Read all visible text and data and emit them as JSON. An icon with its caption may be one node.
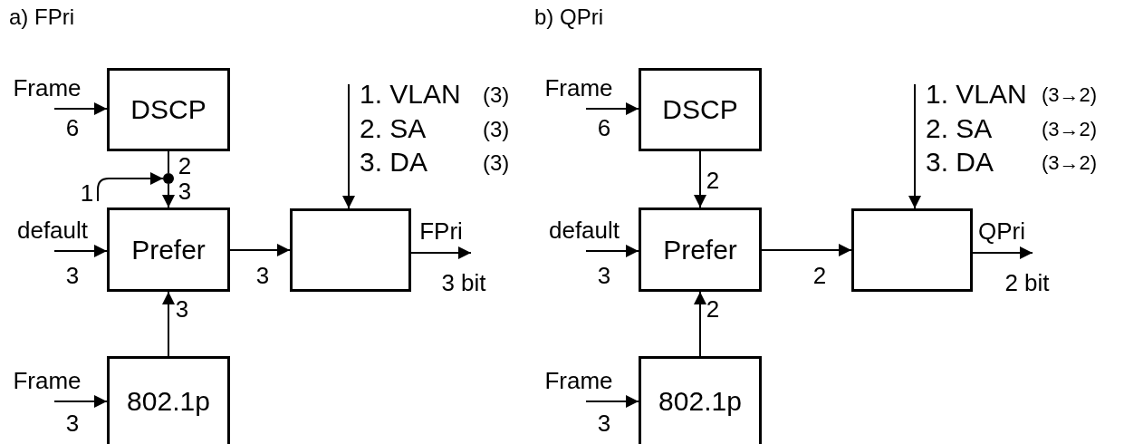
{
  "diagram": {
    "nodes": [
      {
        "text": [
          "DSCP"
        ]
      },
      {
        "text": [
          "Prefer"
        ]
      },
      {
        "text": [],
        "shape": "box"
      },
      {
        "text": [
          "802.1p"
        ]
      },
      {
        "text": [],
        "shape": "circle"
      },
      {
        "text": [
          "1"
        ]
      },
      {
        "text": [
          "DSCP"
        ]
      },
      {
        "text": [
          "Prefer"
        ]
      },
      {
        "text": [],
        "shape": "box"
      },
      {
        "text": [
          "802.1p"
        ]
      }
    ],
    "edges": [
      {
        "from": null,
        "to": 0,
        "arrow": "to",
        "label": "Frame"
      },
      {
        "from": 0,
        "to": 4,
        "arrow": "none"
      },
      {
        "from": 5,
        "to": 4,
        "arrow": "to"
      },
      {
        "from": 4,
        "to": 1,
        "arrow": "to"
      },
      {
        "from": null,
        "to": 1,
        "arrow": "to",
        "label": "default"
      },
      {
        "from": 3,
        "to": 1,
        "arrow": "to"
      },
      {
        "from": 1,
        "to": 2,
        "arrow": "to"
      },
      {
        "from": null,
        "to": 2,
        "arrow": "to"
      },
      {
        "from": 2,
        "to": null,
        "arrow": "to",
        "label": "FPri"
      },
      {
        "from": null,
        "to": 3,
        "arrow": "to",
        "label": "Frame"
      },
      {
        "from": null,
        "to": 6,
        "arrow": "to",
        "label": "Frame"
      },
      {
        "from": 6,
        "to": 7,
        "arrow": "to"
      },
      {
        "from": null,
        "to": 7,
        "arrow": "to",
        "label": "default"
      },
      {
        "from": 9,
        "to": 7,
        "arrow": "to"
      },
      {
        "from": 7,
        "to": 8,
        "arrow": "to"
      },
      {
        "from": null,
        "to": 8,
        "arrow": "to"
      },
      {
        "from": 8,
        "to": null,
        "arrow": "to",
        "label": "QPri"
      },
      {
        "from": null,
        "to": 9,
        "arrow": "to",
        "label": "Frame"
      }
    ],
    "labels": [
      "a) FPri",
      "b) QPri",
      "6",
      "2",
      "3",
      "3",
      "3",
      "3",
      "1. VLAN",
      "(3)",
      "2. SA",
      "(3)",
      "3. DA",
      "(3)",
      "3 bit",
      "3",
      "6",
      "2",
      "3",
      "2",
      "2",
      "1. VLAN",
      "(3→2)",
      "2. SA",
      "(3→2)",
      "3. DA",
      "(3→2)",
      "2 bit",
      "3"
    ]
  }
}
